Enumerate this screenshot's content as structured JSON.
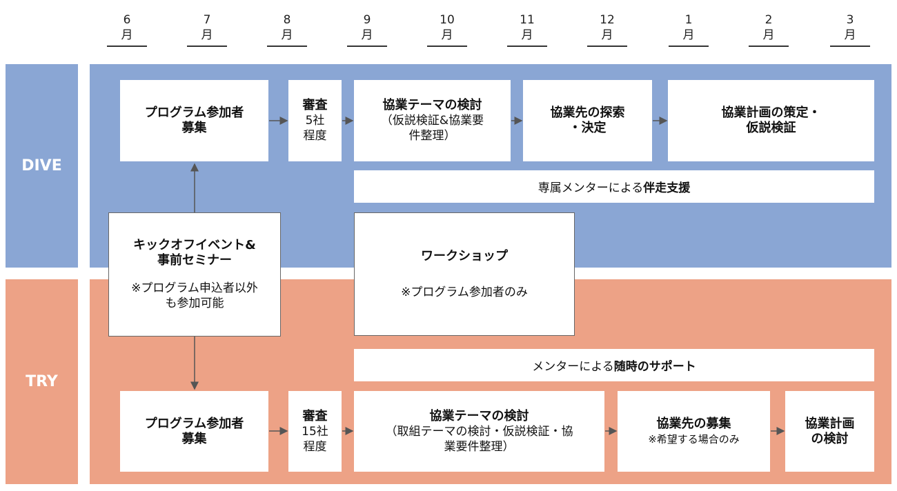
{
  "months": [
    {
      "num": "6",
      "unit": "月"
    },
    {
      "num": "7",
      "unit": "月"
    },
    {
      "num": "8",
      "unit": "月"
    },
    {
      "num": "9",
      "unit": "月"
    },
    {
      "num": "10",
      "unit": "月"
    },
    {
      "num": "11",
      "unit": "月"
    },
    {
      "num": "12",
      "unit": "月"
    },
    {
      "num": "1",
      "unit": "月"
    },
    {
      "num": "2",
      "unit": "月"
    },
    {
      "num": "3",
      "unit": "月"
    }
  ],
  "dive": {
    "label": "DIVE",
    "recruit": {
      "line1": "プログラム参加者",
      "line2": "募集"
    },
    "review": {
      "title": "審査",
      "line1": "5社",
      "line2": "程度"
    },
    "theme": {
      "title": "協業テーマの検討",
      "sub1": "（仮説検証&協業要",
      "sub2": "件整理）"
    },
    "partner": {
      "line1": "協業先の探索",
      "line2": "・決定"
    },
    "plan": {
      "line1": "協業計画の策定・",
      "line2": "仮説検証"
    },
    "support": {
      "plain": "専属メンターによる",
      "bold": "伴走支援"
    }
  },
  "kickoff": {
    "line1": "キックオフイベント&",
    "line2": "事前セミナー",
    "note1": "※プログラム申込者以外",
    "note2": "も参加可能"
  },
  "workshop": {
    "title": "ワークショップ",
    "note": "※プログラム参加者のみ"
  },
  "try": {
    "label": "TRY",
    "support": {
      "plain": "メンターによる",
      "bold": "随時のサポート"
    },
    "recruit": {
      "line1": "プログラム参加者",
      "line2": "募集"
    },
    "review": {
      "title": "審査",
      "line1": "15社",
      "line2": "程度"
    },
    "theme": {
      "title": "協業テーマの検討",
      "sub1": "（取組テーマの検討・仮説検証・協",
      "sub2": "業要件整理）"
    },
    "partner": {
      "title": "協業先の募集",
      "note": "※希望する場合のみ"
    },
    "plan": {
      "line1": "協業計画",
      "line2": "の検討"
    }
  },
  "colors": {
    "dive_band": "#8aa6d4",
    "try_band": "#eda286",
    "arrow": "#555555"
  }
}
